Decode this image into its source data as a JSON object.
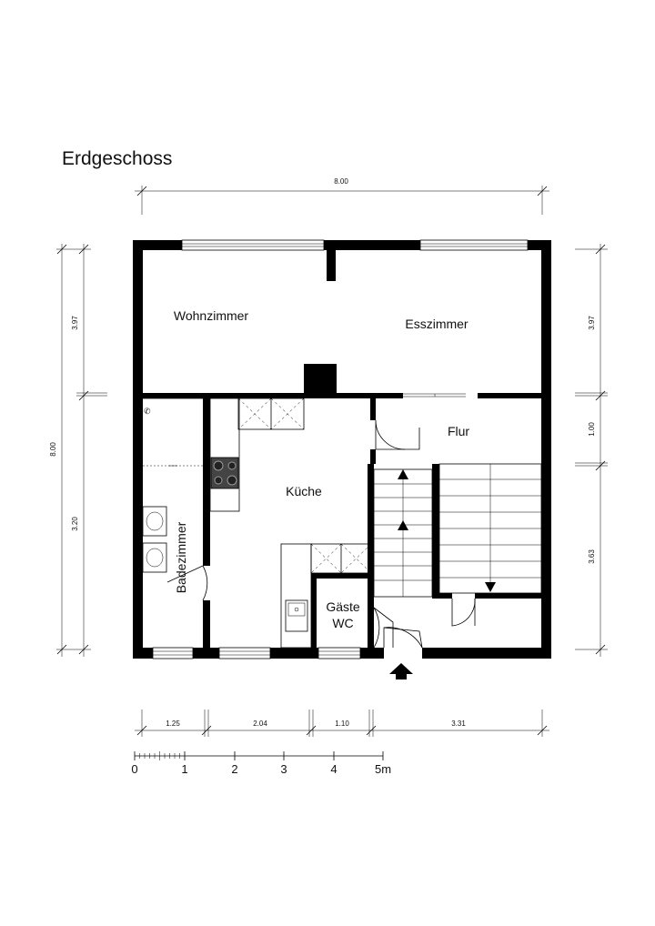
{
  "title": "Erdgeschoss",
  "rooms": {
    "wohnzimmer": "Wohnzimmer",
    "esszimmer": "Esszimmer",
    "flur": "Flur",
    "kueche": "Küche",
    "badezimmer": "Badezimmer",
    "gaeste_line1": "Gäste",
    "gaeste_line2": "WC"
  },
  "dimensions": {
    "top_total": "8.00",
    "left_total": "8.00",
    "left_upper": "3.97",
    "left_lower": "3.20",
    "right_upper": "3.97",
    "right_middle": "1.00",
    "right_lower": "3.63",
    "bottom": [
      "1.25",
      "2.04",
      "1.10",
      "3.31"
    ]
  },
  "scale_bar": {
    "labels": [
      "0",
      "1",
      "2",
      "3",
      "4",
      "5m"
    ]
  },
  "colors": {
    "wall": "#000000",
    "background": "#ffffff"
  }
}
